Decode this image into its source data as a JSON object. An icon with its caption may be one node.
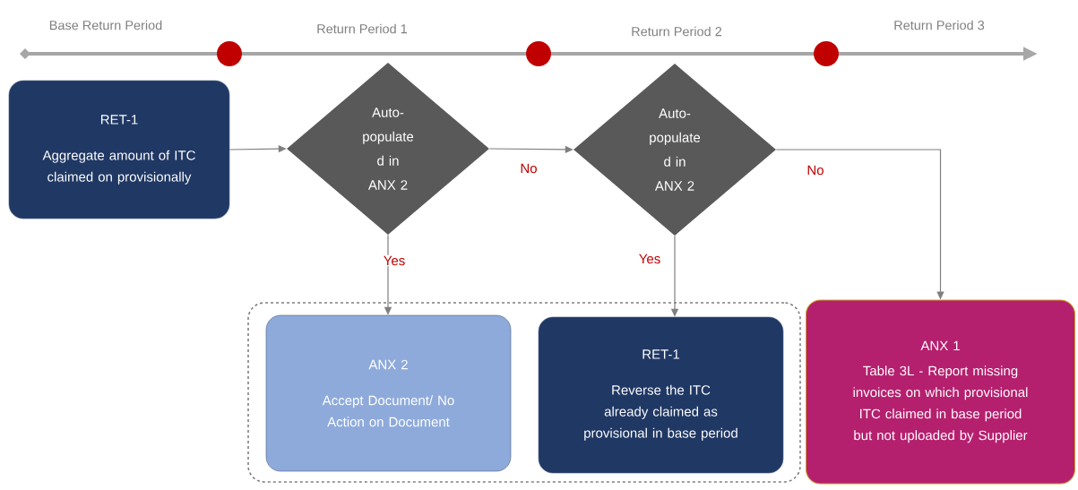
{
  "diagram": {
    "nodes": [
      {
        "text": [
          "RET-1",
          "Aggregate amount of ITC claimed on provisionally"
        ]
      },
      {
        "text": [
          "Auto- populate d in ANX 2"
        ]
      },
      {
        "text": [
          "Auto- populate d in ANX 2"
        ]
      },
      {
        "text": [],
        "shape": "box"
      },
      {
        "text": [
          "ANX 2",
          "Accept Document/ No Action on Document"
        ],
        "in": 3
      },
      {
        "text": [
          "RET-1",
          "Reverse the ITC already claimed as provisional in base period"
        ],
        "in": 3
      },
      {
        "text": [
          "ANX 1",
          "Table 3L - Report missing invoices on which provisional ITC claimed in base period but not uploaded by Supplier"
        ]
      }
    ],
    "edges": [
      {
        "from": 0,
        "to": 1,
        "arrow": "to"
      },
      {
        "from": 1,
        "to": 2,
        "arrow": "to",
        "label": "No"
      },
      {
        "from": 2,
        "to": 6,
        "arrow": "to",
        "label": "No"
      },
      {
        "from": 1,
        "to": 4,
        "arrow": "to",
        "label": "Yes"
      },
      {
        "from": 2,
        "to": 5,
        "arrow": "to",
        "label": "Yes"
      }
    ],
    "labels": [
      "Base Return Period",
      "Return Period 1",
      "Return Period 2",
      "Return Period 3"
    ]
  }
}
